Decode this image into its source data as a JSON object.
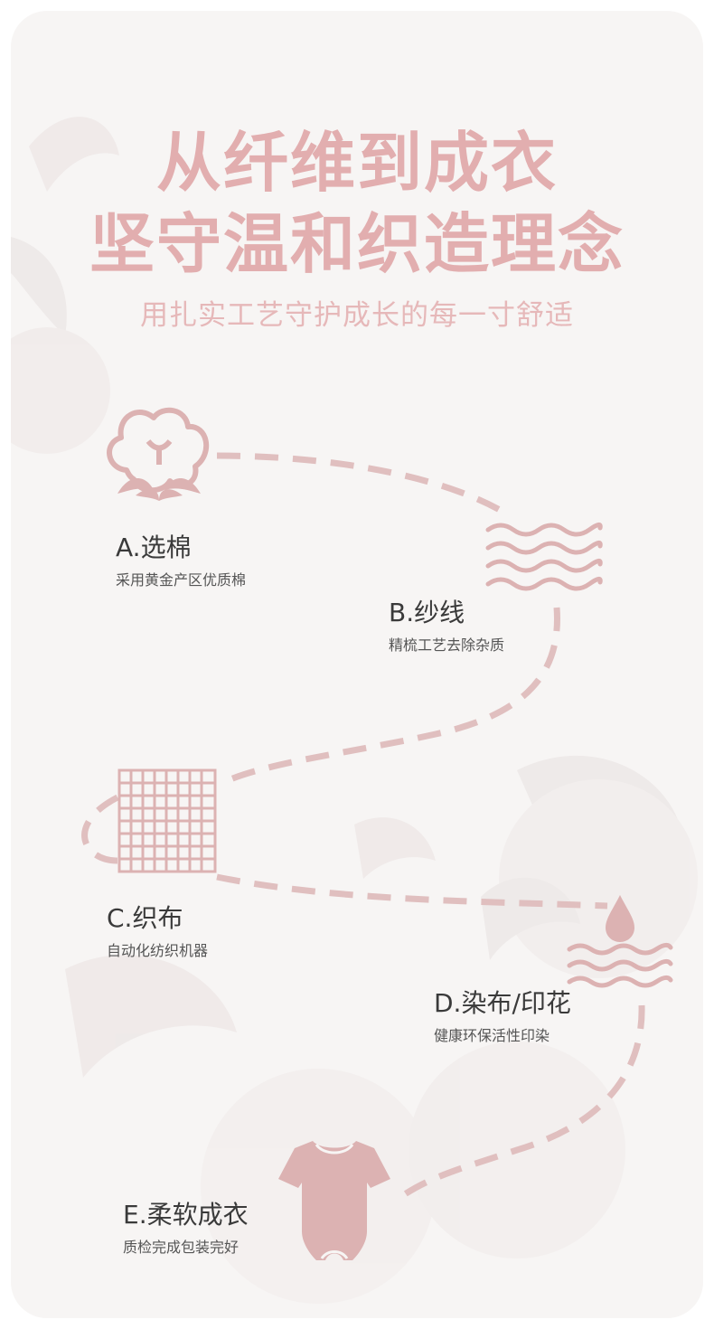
{
  "header": {
    "title_line1": "从纤维到成衣",
    "title_line2": "坚守温和织造理念",
    "subtitle": "用扎实工艺守护成长的每一寸舒适"
  },
  "steps": [
    {
      "name": "A.选棉",
      "desc": "采用黄金产区优质棉",
      "icon": "cotton-boll-icon"
    },
    {
      "name": "B.纱线",
      "desc": "精梳工艺去除杂质",
      "icon": "yarn-waves-icon"
    },
    {
      "name": "C.织布",
      "desc": "自动化纺织机器",
      "icon": "woven-grid-icon"
    },
    {
      "name": "D.染布/印花",
      "desc": "健康环保活性印染",
      "icon": "dye-drop-icon"
    },
    {
      "name": "E.柔软成衣",
      "desc": "质检完成包装完好",
      "icon": "baby-bodysuit-icon"
    }
  ],
  "colors": {
    "accent": "#e2aeaf",
    "icon": "#dcb2b2",
    "path": "#e0bfbf",
    "background": "#f7f5f4",
    "text": "#3a3a3a"
  }
}
